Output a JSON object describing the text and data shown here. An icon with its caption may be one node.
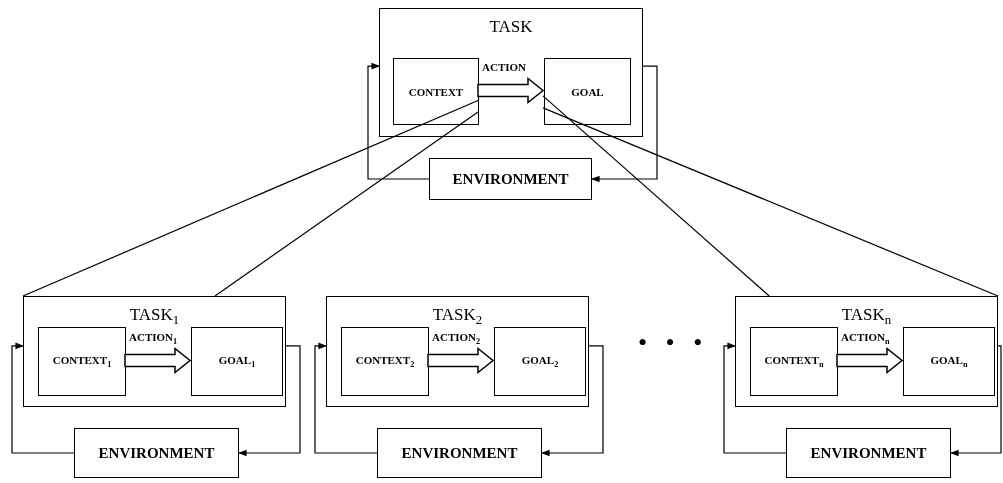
{
  "diagram": {
    "nodes": [
      {
        "text": [
          "TASK"
        ]
      },
      {
        "text": [
          "CONTEXT"
        ],
        "in": 0
      },
      {
        "text": [
          "GOAL"
        ],
        "in": 0
      },
      {
        "text": [
          "ENVIRONMENT"
        ]
      },
      {
        "text": [
          "TASK$_{1}$"
        ]
      },
      {
        "text": [
          "CONTEXT$_{1}$"
        ],
        "in": 4
      },
      {
        "text": [
          "GOAL$_{1}$"
        ],
        "in": 4
      },
      {
        "text": [
          "ENVIRONMENT"
        ]
      },
      {
        "text": [
          "TASK$_{2}$"
        ]
      },
      {
        "text": [
          "CONTEXT$_{2}$"
        ],
        "in": 8
      },
      {
        "text": [
          "GOAL$_{2}$"
        ],
        "in": 8
      },
      {
        "text": [
          "ENVIRONMENT"
        ]
      },
      {
        "text": [
          "TASK$_{n}$"
        ]
      },
      {
        "text": [
          "CONTEXT$_{n}$"
        ],
        "in": 12
      },
      {
        "text": [
          "GOAL$_{n}$"
        ],
        "in": 12
      },
      {
        "text": [
          "ENVIRONMENT"
        ]
      }
    ],
    "edges": [
      {
        "from": 1,
        "to": 2,
        "arrow": "to",
        "label": "ACTION",
        "style": "thick"
      },
      {
        "from": 0,
        "to": 3,
        "arrow": "to"
      },
      {
        "from": 3,
        "to": 0,
        "arrow": "to"
      },
      {
        "from": 1,
        "to": 4,
        "arrow": "none"
      },
      {
        "from": 1,
        "to": 4,
        "arrow": "none"
      },
      {
        "from": 2,
        "to": 12,
        "arrow": "none"
      },
      {
        "from": 2,
        "to": 12,
        "arrow": "none"
      },
      {
        "from": 5,
        "to": 6,
        "arrow": "to",
        "label": "ACTION$_{1}$",
        "style": "thick"
      },
      {
        "from": 4,
        "to": 7,
        "arrow": "to"
      },
      {
        "from": 7,
        "to": 4,
        "arrow": "to"
      },
      {
        "from": 9,
        "to": 10,
        "arrow": "to",
        "label": "ACTION$_{2}$",
        "style": "thick"
      },
      {
        "from": 8,
        "to": 11,
        "arrow": "to"
      },
      {
        "from": 11,
        "to": 8,
        "arrow": "to"
      },
      {
        "from": 13,
        "to": 14,
        "arrow": "to",
        "label": "ACTION$_{n}$",
        "style": "thick"
      },
      {
        "from": 12,
        "to": 15,
        "arrow": "to"
      },
      {
        "from": 15,
        "to": 12,
        "arrow": "to"
      }
    ],
    "labels": [
      "• • •"
    ]
  }
}
